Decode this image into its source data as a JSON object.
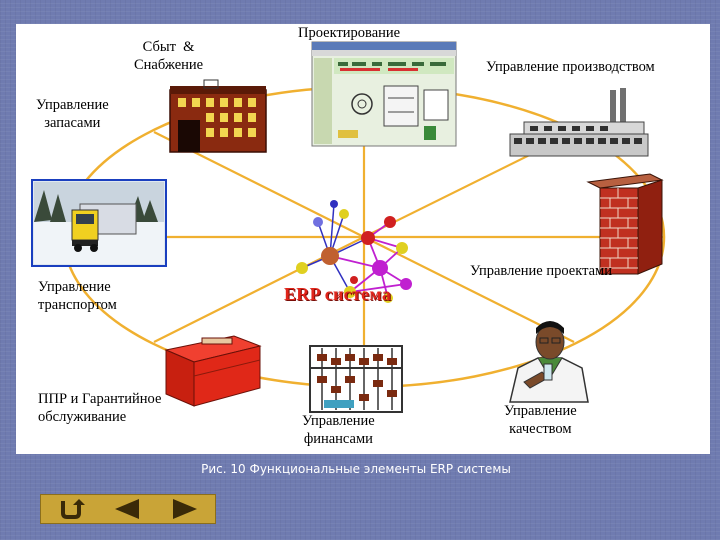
{
  "diagram": {
    "center_title": "ERP система",
    "nodes": [
      {
        "id": "sales",
        "label": "Сбыт  &\nСнабжение",
        "icon": "warehouse-building-icon"
      },
      {
        "id": "design",
        "label": "Проектирование",
        "icon": "cad-software-window-icon"
      },
      {
        "id": "production",
        "label": "Управление производством",
        "icon": "factory-icon"
      },
      {
        "id": "inventory",
        "label": "Управление\nзапасами",
        "icon": "warehouse-building-icon"
      },
      {
        "id": "projects",
        "label": "Управление проектами",
        "icon": "brick-wall-icon"
      },
      {
        "id": "transport",
        "label": "Управление\nтранспортом",
        "icon": "truck-photo-icon"
      },
      {
        "id": "service",
        "label": "ППР и Гарантийное\nобслуживание",
        "icon": "red-toolbox-icon"
      },
      {
        "id": "finance",
        "label": "Управление\nфинансами",
        "icon": "abacus-icon"
      },
      {
        "id": "quality",
        "label": "Управление\nкачеством",
        "icon": "scientist-icon"
      }
    ],
    "colors": {
      "ring": "#f0b030",
      "center_title": "#e0251b",
      "molecule_purple": "#c020d0",
      "molecule_red": "#d02020",
      "molecule_yellow": "#e0d020",
      "molecule_blue": "#3030c0"
    }
  },
  "caption": "Рис. 10 Функциональные элементы ERP системы",
  "nav": {
    "buttons": [
      {
        "name": "return-button",
        "icon": "return-arrow-icon"
      },
      {
        "name": "previous-button",
        "icon": "triangle-left-icon"
      },
      {
        "name": "next-button",
        "icon": "triangle-right-icon"
      }
    ]
  }
}
